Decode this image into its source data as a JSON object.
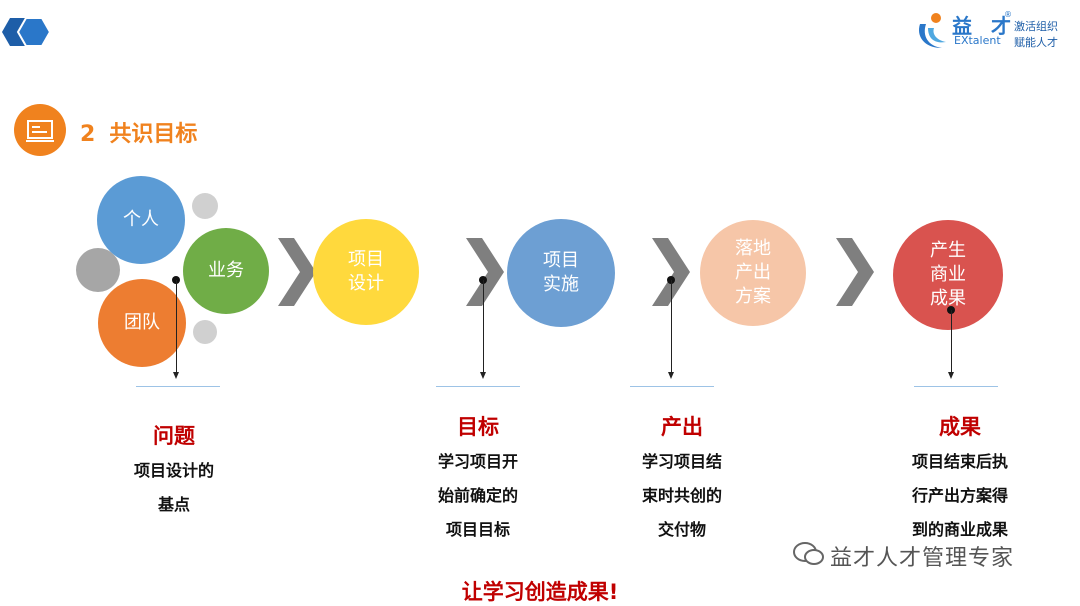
{
  "brand": {
    "name_cn": "益 才",
    "name_en": "EXtalent",
    "registered": "®",
    "slogan_line1": "激活组织",
    "slogan_line2": "赋能人才"
  },
  "section": {
    "number": "2",
    "title": "共识目标"
  },
  "circles": {
    "personal": "个人",
    "business": "业务",
    "team": "团队",
    "design": "项目\n设计",
    "implement": "项目\n实施",
    "output": "落地\n产出\n方案",
    "results": "产生\n商业\n成果"
  },
  "labels": [
    {
      "title": "问题",
      "lines": [
        "项目设计的",
        "基点"
      ]
    },
    {
      "title": "目标",
      "lines": [
        "学习项目开",
        "始前确定的",
        "项目目标"
      ]
    },
    {
      "title": "产出",
      "lines": [
        "学习项目结",
        "束时共创的",
        "交付物"
      ]
    },
    {
      "title": "成果",
      "lines": [
        "项目结束后执",
        "行产出方案得",
        "到的商业成果"
      ]
    }
  ],
  "slogan": "让学习创造成果!",
  "watermark": "益才人才管理专家",
  "colors": {
    "blue": "#5b9bd5",
    "green": "#70ad47",
    "orange": "#ed7d31",
    "yellow": "#ffd93d",
    "implement": "#6d9fd3",
    "peach": "#f6c6a8",
    "red": "#d9534f",
    "accent": "#f0821e",
    "label_red": "#c00000"
  }
}
